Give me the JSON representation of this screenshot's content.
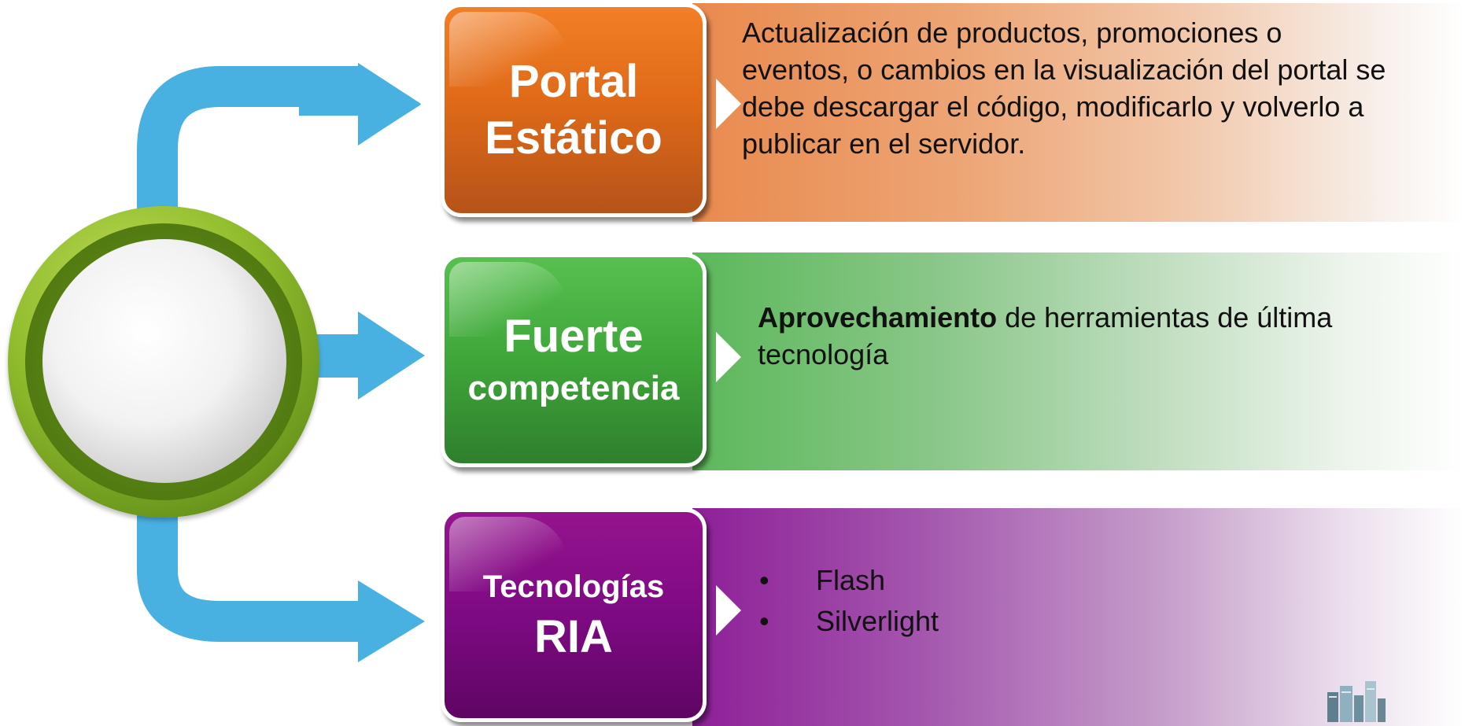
{
  "colors": {
    "connector": "#49b0e2",
    "orange": "#e06a18",
    "green": "#3fa63a",
    "purple": "#7e0a83",
    "hub_ring": "#8fbc2c"
  },
  "rows": [
    {
      "box_lines": [
        "Portal",
        "Estático"
      ],
      "description": "Actualización de productos, promociones o eventos, o cambios en la visualización del portal se debe descargar el código, modificarlo y volverlo a publicar en el servidor."
    },
    {
      "box_lines": [
        "Fuerte",
        "competencia"
      ],
      "description_bold": "Aprovechamiento",
      "description_rest": " de herramientas de última tecnología"
    },
    {
      "box_lines": [
        "Tecnologías",
        "RIA"
      ],
      "bullets": [
        "Flash",
        "Silverlight"
      ]
    }
  ],
  "icons": {
    "hub": "circle-hub-icon",
    "decoration": "buildings-icon"
  }
}
